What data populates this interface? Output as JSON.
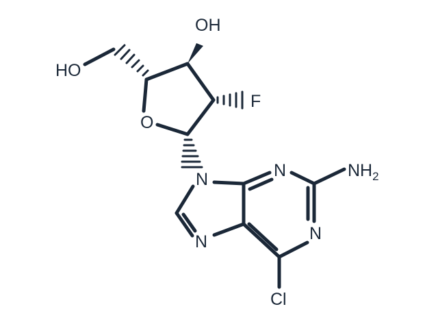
{
  "molecule": {
    "ink_color": "#1b2838",
    "background": "#ffffff",
    "atoms": {
      "hydroxyl_top": "OH",
      "hydroxyl_left": "HO",
      "fluorine": "F",
      "ring_oxygen": "O",
      "n9": "N",
      "n3": "N",
      "n1": "N",
      "n7": "N",
      "amino_main": "NH",
      "amino_sub": "2",
      "chlorine": "Cl"
    }
  }
}
